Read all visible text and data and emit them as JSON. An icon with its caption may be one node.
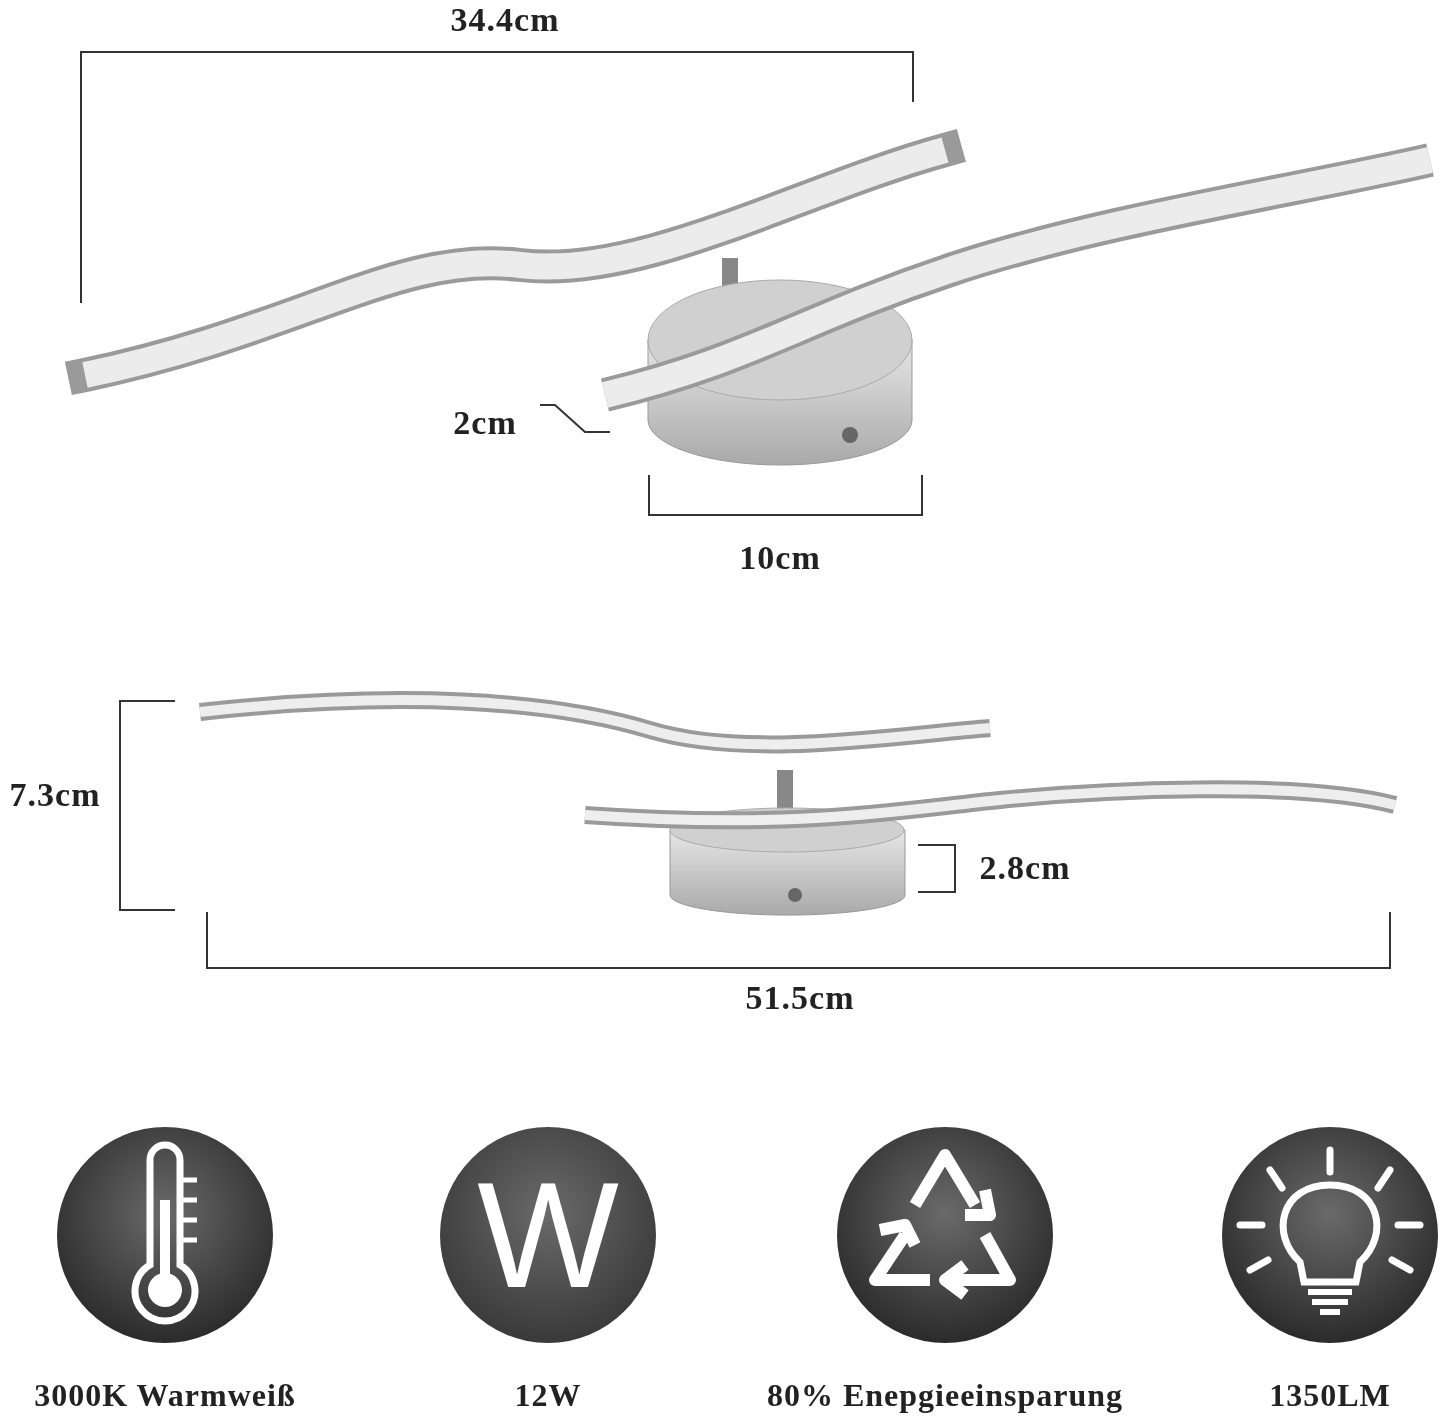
{
  "diagram": {
    "labels": [
      "34.4cm",
      "2cm",
      "10cm",
      "7.3cm",
      "2.8cm",
      "51.5cm",
      "W",
      "3000K Warmweiß",
      "12W",
      "80% Enepgieeinsparung",
      "1350LM"
    ]
  }
}
